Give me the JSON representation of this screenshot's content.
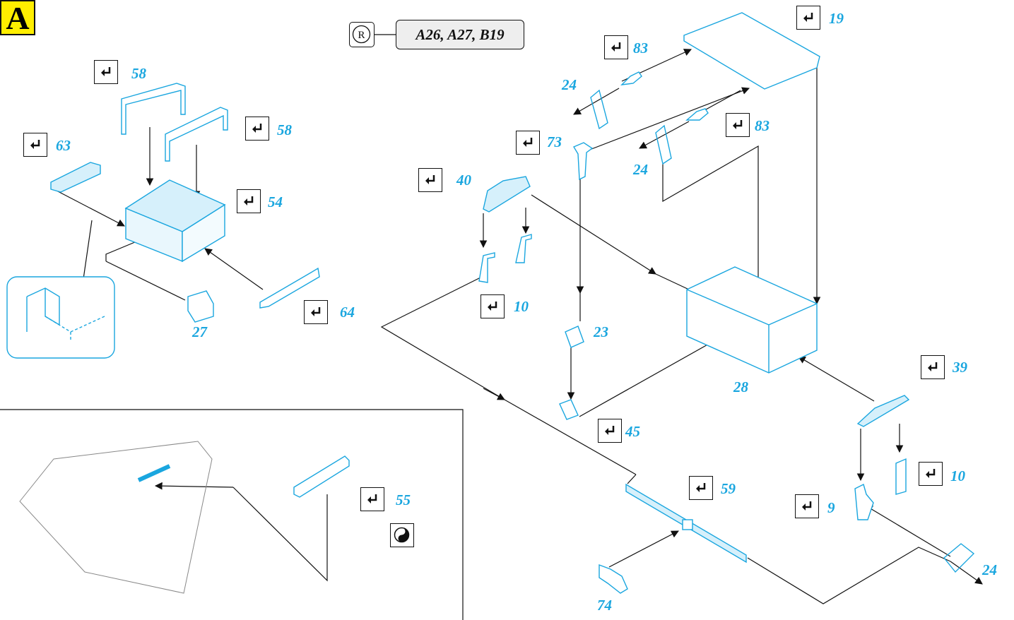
{
  "section_label": "A",
  "reference_parts": "A26, A27, B19",
  "reference_symbol": "R",
  "part_numbers": {
    "p58a": "58",
    "p58b": "58",
    "p63": "63",
    "p54": "54",
    "p27": "27",
    "p64": "64",
    "p73": "73",
    "p40": "40",
    "p10a": "10",
    "p23": "23",
    "p45": "45",
    "p83a": "83",
    "p83b": "83",
    "p24a": "24",
    "p24b": "24",
    "p19": "19",
    "p28": "28",
    "p39": "39",
    "p10b": "10",
    "p9": "9",
    "p59": "59",
    "p74": "74",
    "p24c": "24",
    "p55": "55"
  },
  "icons": {
    "step": "bend-arrow-icon",
    "registered": "registered-icon",
    "both_sides": "yin-yang-icon"
  },
  "colors": {
    "part_blue": "#1aa6df",
    "section_yellow": "#ffee00",
    "line": "#111111"
  }
}
